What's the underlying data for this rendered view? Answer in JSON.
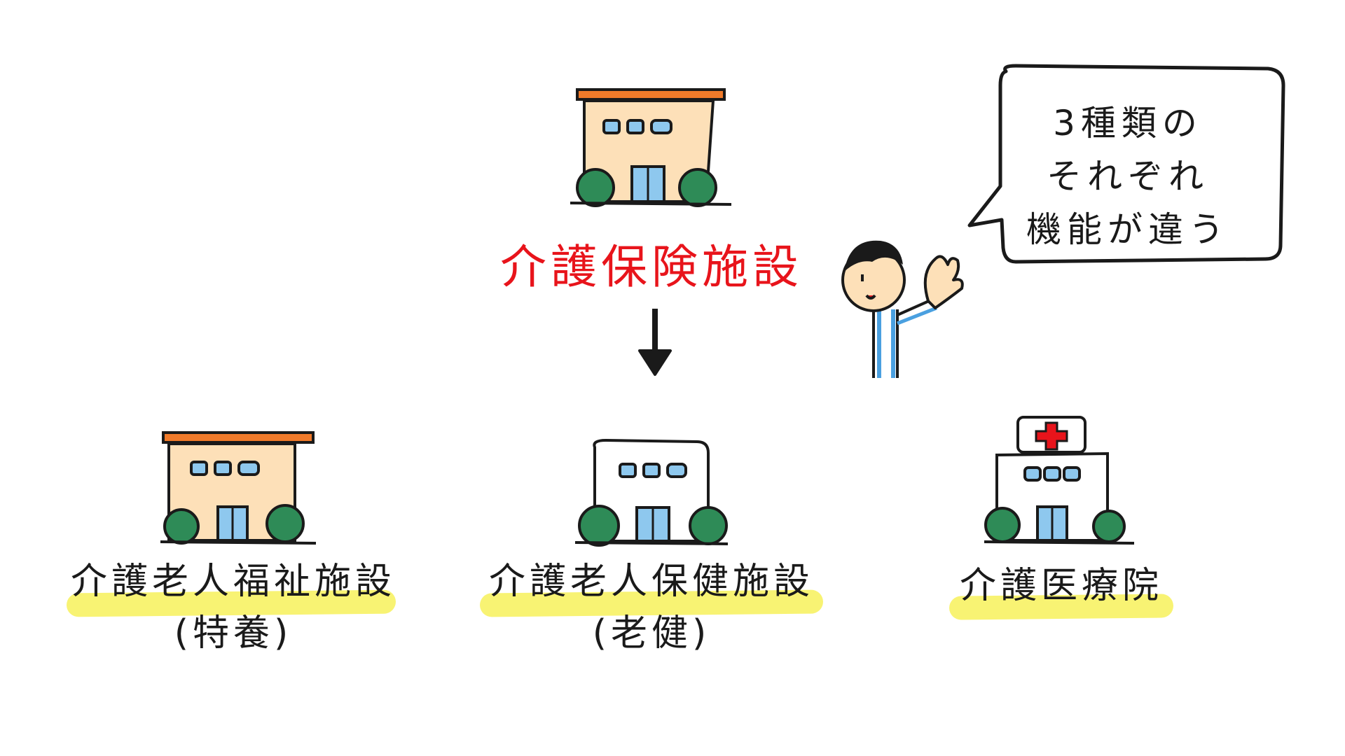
{
  "diagram": {
    "root": {
      "label": "介護保険施設",
      "color": "#e8141b"
    },
    "children": [
      {
        "label": "介護老人福祉施設",
        "sub": "(特養)"
      },
      {
        "label": "介護老人保健施設",
        "sub": "(老健)"
      },
      {
        "label": "介護医療院",
        "sub": ""
      }
    ],
    "speech_bubble": {
      "lines": [
        "3種類の",
        "それぞれ",
        "機能が違う"
      ]
    },
    "colors": {
      "highlight": "#f7f15a",
      "roof": "#f07a2a",
      "building_fill": "#fde0b8",
      "window": "#8ec8ee",
      "bush": "#2e8b57",
      "red_cross": "#e8141b"
    }
  }
}
